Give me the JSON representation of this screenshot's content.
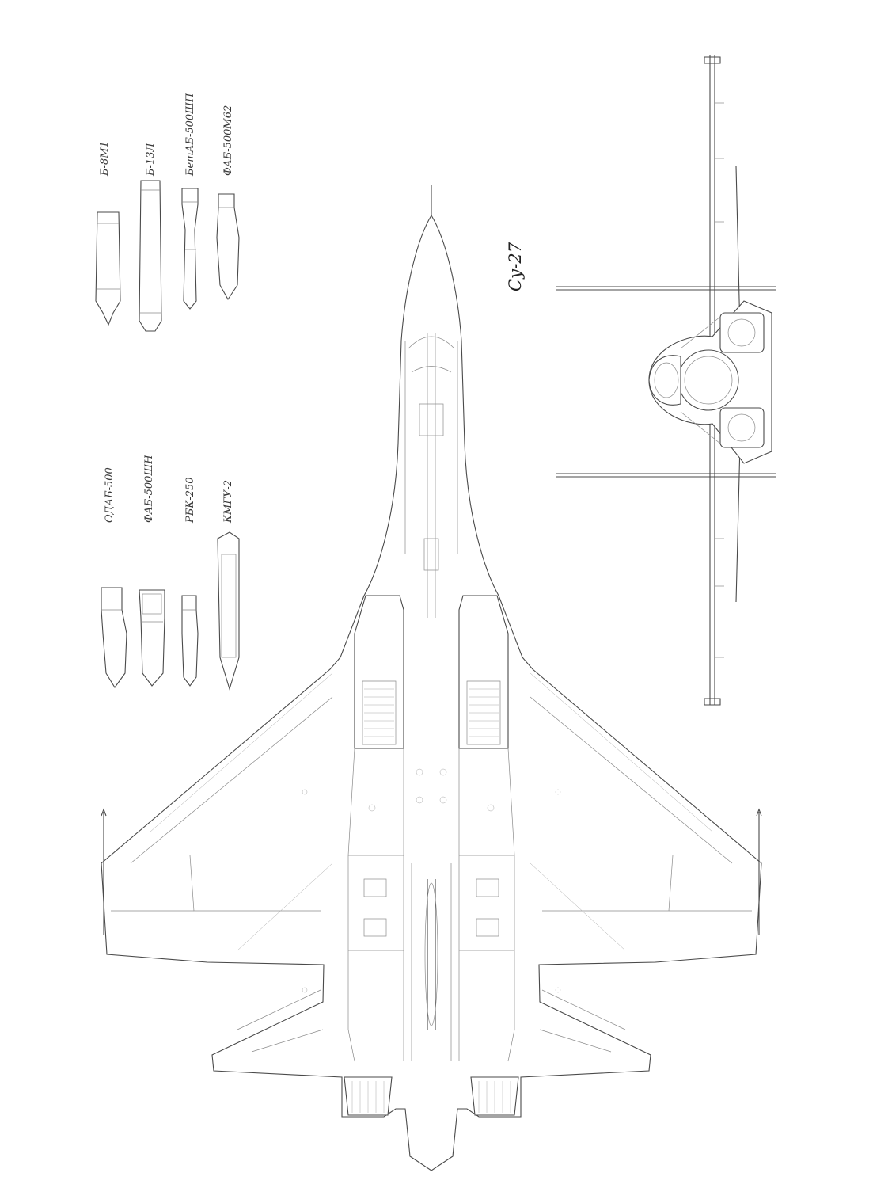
{
  "drawing": {
    "aircraft_label": "Су-27",
    "weapons_row_1": [
      "Б-8М1",
      "Б-13Л",
      "БетАБ-500ШП",
      "ФАБ-500М62"
    ],
    "weapons_row_2": [
      "ОДАБ-500",
      "ФАБ-500ШН",
      "РБК-250",
      "КМГУ-2"
    ]
  }
}
